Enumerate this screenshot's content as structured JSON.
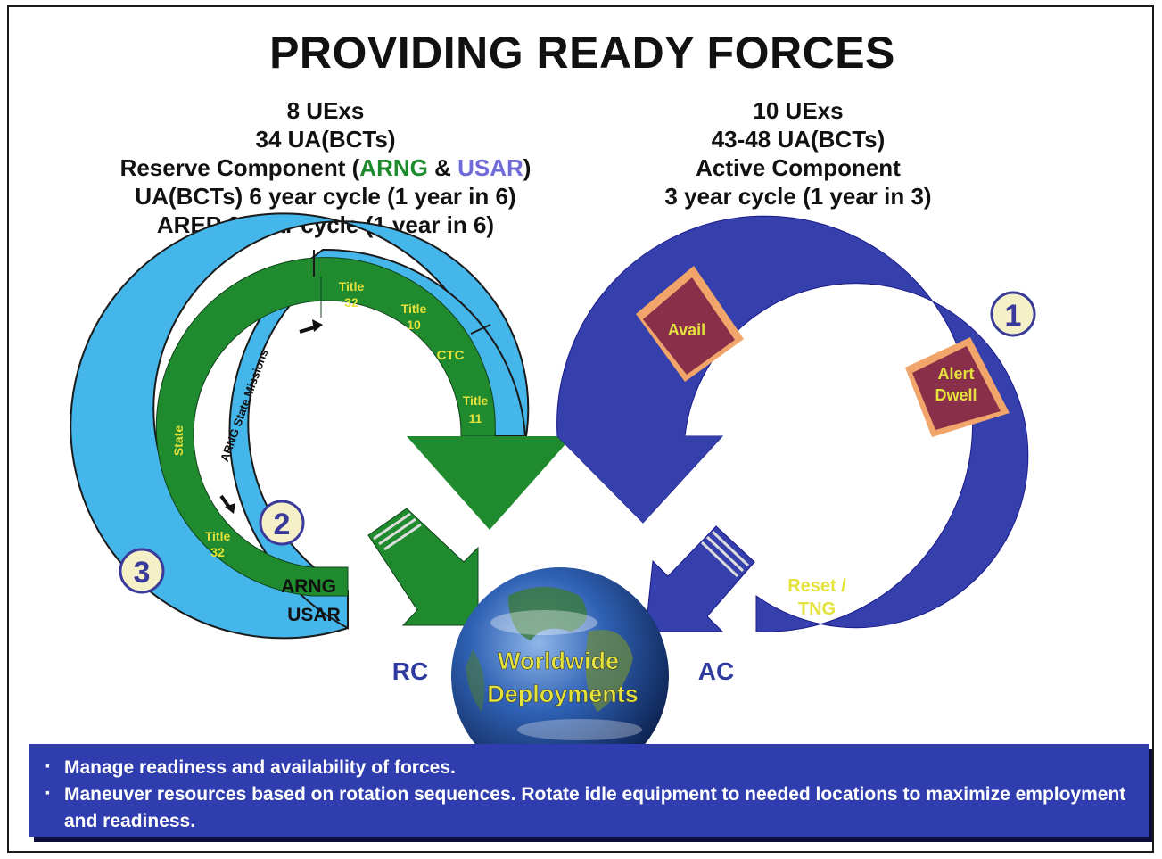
{
  "title": "PROVIDING READY FORCES",
  "left_heading": {
    "line1": "8 UExs",
    "line2": "34 UA(BCTs)",
    "line3_prefix": "Reserve Component (",
    "line3_arng": "ARNG",
    "line3_amp": " & ",
    "line3_usar": "USAR",
    "line3_suffix": ")",
    "line4": "UA(BCTs) 6 year cycle (1 year in 6)",
    "line5": "AREP 6 year cycle (1 year in 6)"
  },
  "right_heading": {
    "line1": "10 UExs",
    "line2": "43-48 UA(BCTs)",
    "line3": "Active Component",
    "line4": "3 year cycle (1 year in 3)"
  },
  "rc_cycle": {
    "title32_top": [
      "Title",
      "32"
    ],
    "title10": [
      "Title",
      "10"
    ],
    "ctc": "CTC",
    "title11": [
      "Title",
      "11"
    ],
    "state": "State",
    "state_missions": "ARNG State Missions",
    "title32_bottom": [
      "Title",
      "32"
    ],
    "arng": "ARNG",
    "usar": "USAR",
    "label": "RC"
  },
  "ac_cycle": {
    "avail": "Avail",
    "alert_dwell": [
      "Alert",
      "Dwell"
    ],
    "reset_tng": [
      "Reset /",
      "TNG"
    ],
    "label": "AC"
  },
  "markers": [
    "1",
    "2",
    "3"
  ],
  "globe": [
    "Worldwide",
    "Deployments"
  ],
  "bullets": [
    "Manage readiness and availability of forces.",
    "Maneuver resources based on rotation sequences.  Rotate idle equipment to needed locations to maximize employment and readiness."
  ],
  "colors": {
    "usar_ring": "#45b6ea",
    "arng_ring": "#1f8a2e",
    "ac_ring": "#3540ac",
    "phase_box": "#8a2f4a",
    "phase_border": "#f2a56a",
    "label_yellow": "#e4e23c",
    "marker_text": "#3a3a9a",
    "bullet_box": "#2f3dae"
  }
}
